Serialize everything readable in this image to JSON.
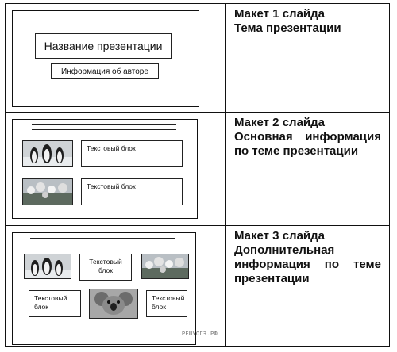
{
  "rows": [
    {
      "slide": {
        "title_box": "Название презентации",
        "author_box": "Информация об авторе"
      },
      "desc_lines": [
        "Макет 1 слайда",
        "Тема презентации"
      ]
    },
    {
      "slide": {
        "text_blocks": [
          "Текстовый блок",
          "Текстовый блок"
        ],
        "images": [
          "penguins-image",
          "flowers-image"
        ]
      },
      "desc_lines": [
        "Макет 2 слайда",
        "Основная информация",
        "по теме презентации"
      ]
    },
    {
      "slide": {
        "text_blocks": [
          "Текстовый блок",
          "Текстовый блок",
          "Текстовый блок"
        ],
        "images": [
          "penguins-image",
          "flowers-image",
          "koala-image"
        ]
      },
      "desc_lines": [
        "Макет 3 слайда",
        "Дополнительная",
        "информация по теме",
        "презентации"
      ]
    }
  ],
  "watermark": "РЕШУОГЭ.РФ"
}
